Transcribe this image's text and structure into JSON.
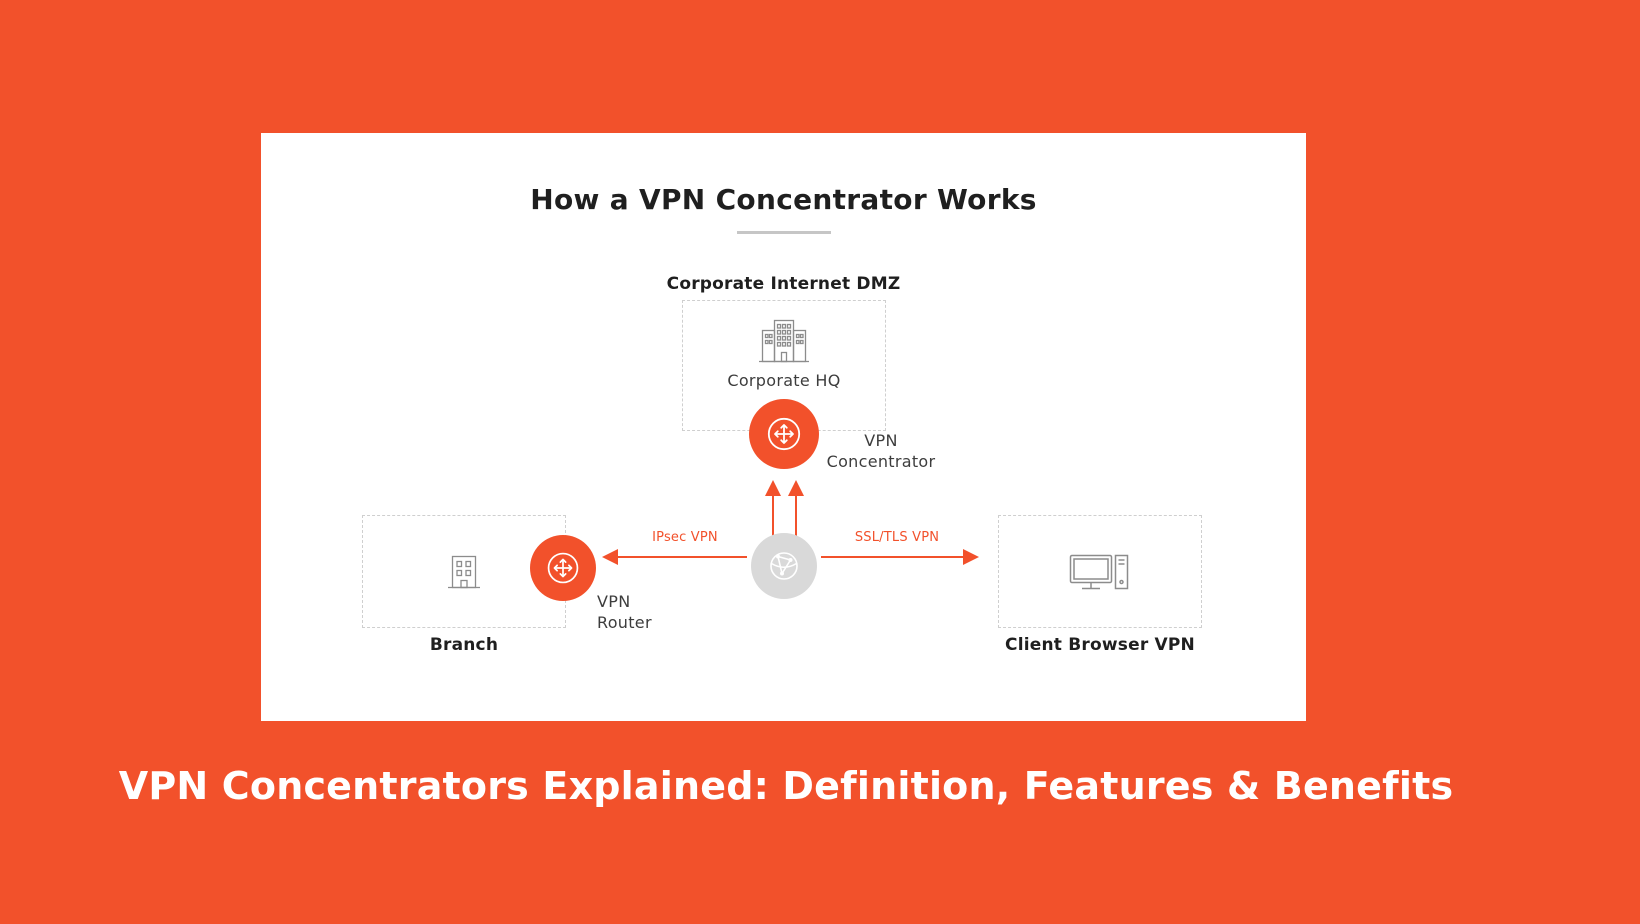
{
  "colors": {
    "bg": "#F2512B",
    "accent": "#F2512B",
    "card": "#FFFFFF",
    "title": "#1F1F1F",
    "label-dark": "#1F1F1F",
    "label-gray": "#3D3D3D",
    "icon-gray": "#8C8C8C",
    "globe-fill": "#D9D9D9",
    "dash-border": "#CFCFCF",
    "divider": "#C6C6C6",
    "headline": "#FFFFFF"
  },
  "headline": "VPN Concentrators Explained: Definition, Features & Benefits",
  "diagram": {
    "title": "How a VPN Concentrator Works",
    "nodes": {
      "dmz": {
        "label": "Corporate Internet DMZ",
        "building_label": "Corporate HQ"
      },
      "concentrator": {
        "line1": "VPN",
        "line2": "Concentrator"
      },
      "router": {
        "line1": "VPN",
        "line2": "Router"
      },
      "branch": {
        "label": "Branch"
      },
      "client": {
        "label": "Client Browser VPN"
      }
    },
    "connections": {
      "ipsec": {
        "label": "IPsec VPN"
      },
      "ssl": {
        "label": "SSL/TLS VPN"
      }
    },
    "icons": {
      "concentrator": "router-icon",
      "router": "router-icon",
      "internet": "globe-network-icon",
      "hq": "office-building-icon",
      "branch": "small-building-icon",
      "client": "desktop-computer-icon"
    }
  }
}
